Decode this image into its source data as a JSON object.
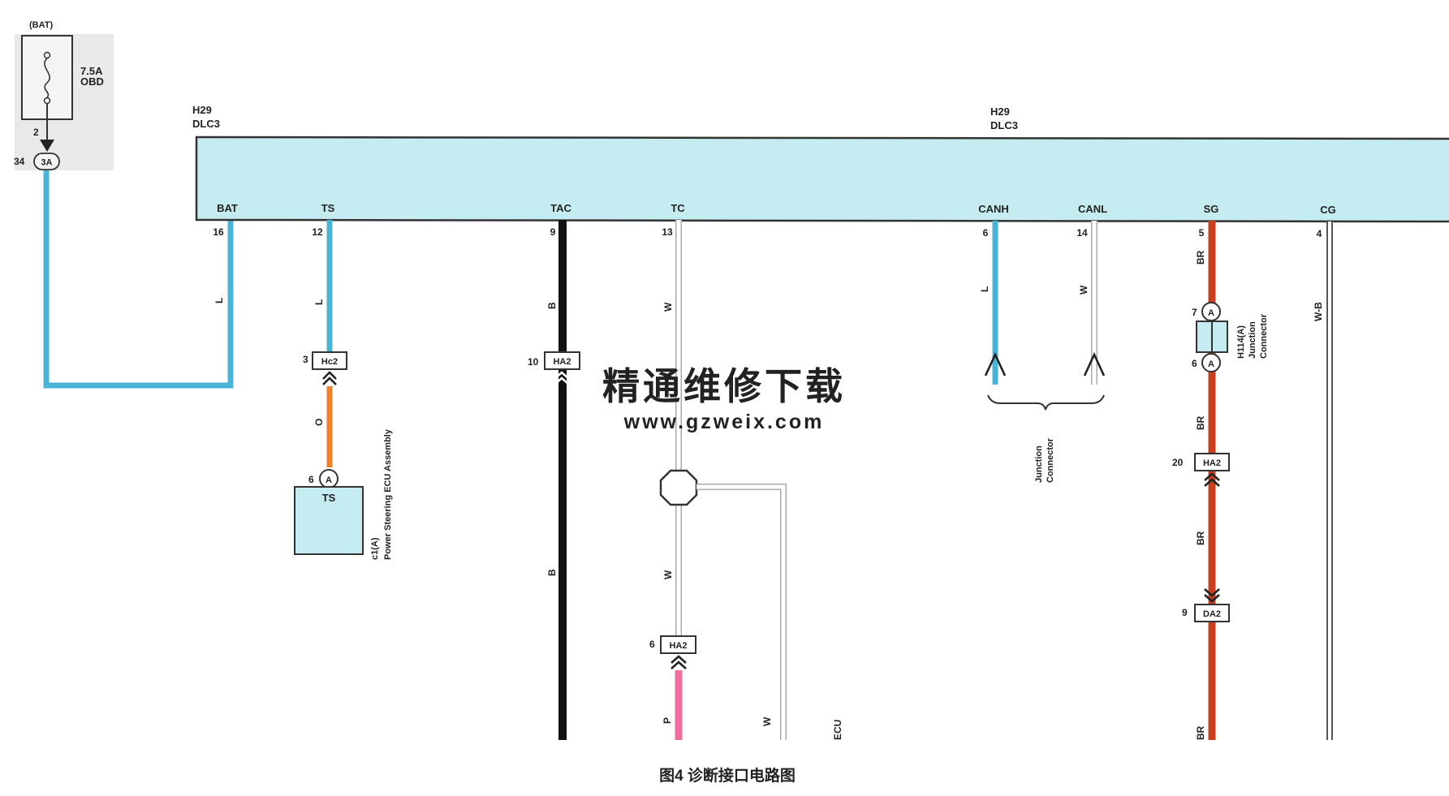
{
  "battery": {
    "label": "(BAT)",
    "fuse_rating": "7.5A",
    "fuse_name": "OBD",
    "fuse_pin": "2",
    "junction_pin": "34",
    "junction_id": "3A"
  },
  "dlc": {
    "id_left": "H29",
    "name_left": "DLC3",
    "id_right": "H29",
    "name_right": "DLC3"
  },
  "terminals": [
    {
      "name": "BAT",
      "pin": "16",
      "wire": "L"
    },
    {
      "name": "TS",
      "pin": "12",
      "wire": "L"
    },
    {
      "name": "TAC",
      "pin": "9",
      "wire": "B"
    },
    {
      "name": "TC",
      "pin": "13",
      "wire": "W"
    },
    {
      "name": "CANH",
      "pin": "6",
      "wire": "L"
    },
    {
      "name": "CANL",
      "pin": "14",
      "wire": "W"
    },
    {
      "name": "SG",
      "pin": "5",
      "wire": "BR"
    },
    {
      "name": "CG",
      "pin": "4",
      "wire": "W-B"
    }
  ],
  "ts_branch": {
    "connector": "Hc2",
    "connector_pin": "3",
    "wire": "O",
    "ecu_pin": "6",
    "ecu_conn": "A",
    "ecu_terminal": "TS",
    "ecu_id": "c1(A)",
    "ecu_name": "Power Steering ECU Assembly"
  },
  "tac_branch": {
    "connector": "HA2",
    "connector_pin": "10",
    "wire": "B"
  },
  "tc_branch": {
    "wire": "W",
    "connector": "HA2",
    "connector_pin": "6",
    "lower_wire": "P",
    "side_wire": "W",
    "ecu_label": "ECU"
  },
  "can_junction": {
    "label_line1": "Junction",
    "label_line2": "Connector"
  },
  "sg_branch": {
    "jc_pin_top": "7",
    "jc_pin_bottom": "6",
    "jc_conn": "A",
    "jc_id": "H114(A)",
    "jc_name1": "Junction",
    "jc_name2": "Connector",
    "wire": "BR",
    "ha2_pin": "20",
    "ha2": "HA2",
    "da2_pin": "9",
    "da2": "DA2"
  },
  "watermark": {
    "line1": "精通维修下载",
    "line2": "www.gzweix.com"
  },
  "caption": "图4  诊断接口电路图",
  "colors": {
    "L": "#4ab4d6",
    "B": "#111111",
    "O": "#f07f2c",
    "P": "#ef6f9e",
    "BR": "#c8401f",
    "W": "#ffffff",
    "connector_fill": "#c5ecf0"
  }
}
